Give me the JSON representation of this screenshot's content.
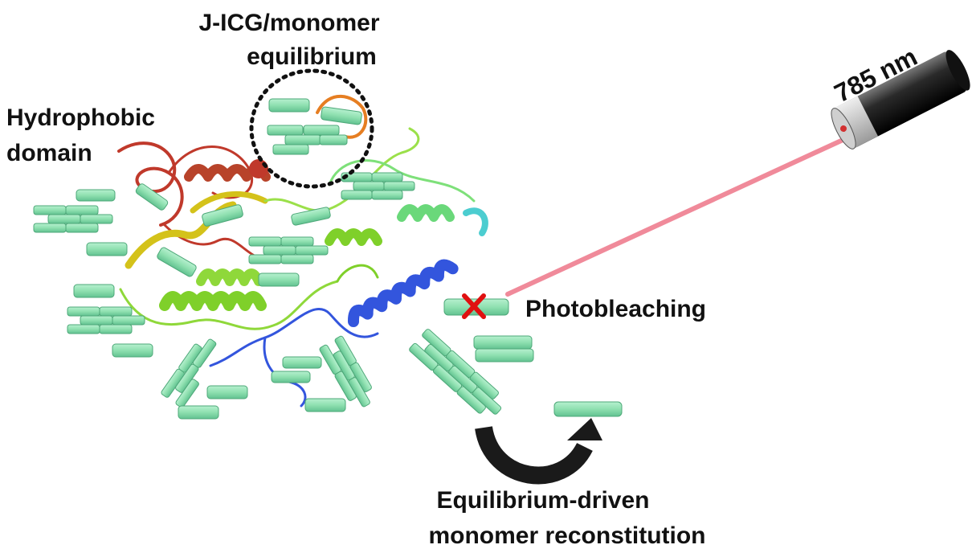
{
  "labels": {
    "equilibrium_line1": "J-ICG/monomer",
    "equilibrium_line2": "equilibrium",
    "hydrophobic_line1": "Hydrophobic",
    "hydrophobic_line2": "domain",
    "wavelength": "785 nm",
    "photobleaching": "Photobleaching",
    "reconstitution_line1": "Equilibrium-driven",
    "reconstitution_line2": "monomer reconstitution"
  },
  "colors": {
    "monomer_fill": "#8fe0b0",
    "monomer_edge": "#4da878",
    "laser_beam": "#f08a9a",
    "bleach_mark": "#e01010",
    "helix_red": "#c0392b",
    "helix_orange": "#e67e22",
    "helix_yellow": "#d4c21a",
    "helix_green": "#7fd02a",
    "helix_cyan": "#5fdc9c",
    "helix_blue": "#3355dd",
    "arrow": "#1a1a1a"
  },
  "icons": {
    "laser": "laser-device-icon",
    "bleach": "red-x-icon",
    "cycle_arrow": "curved-arrow-icon"
  }
}
